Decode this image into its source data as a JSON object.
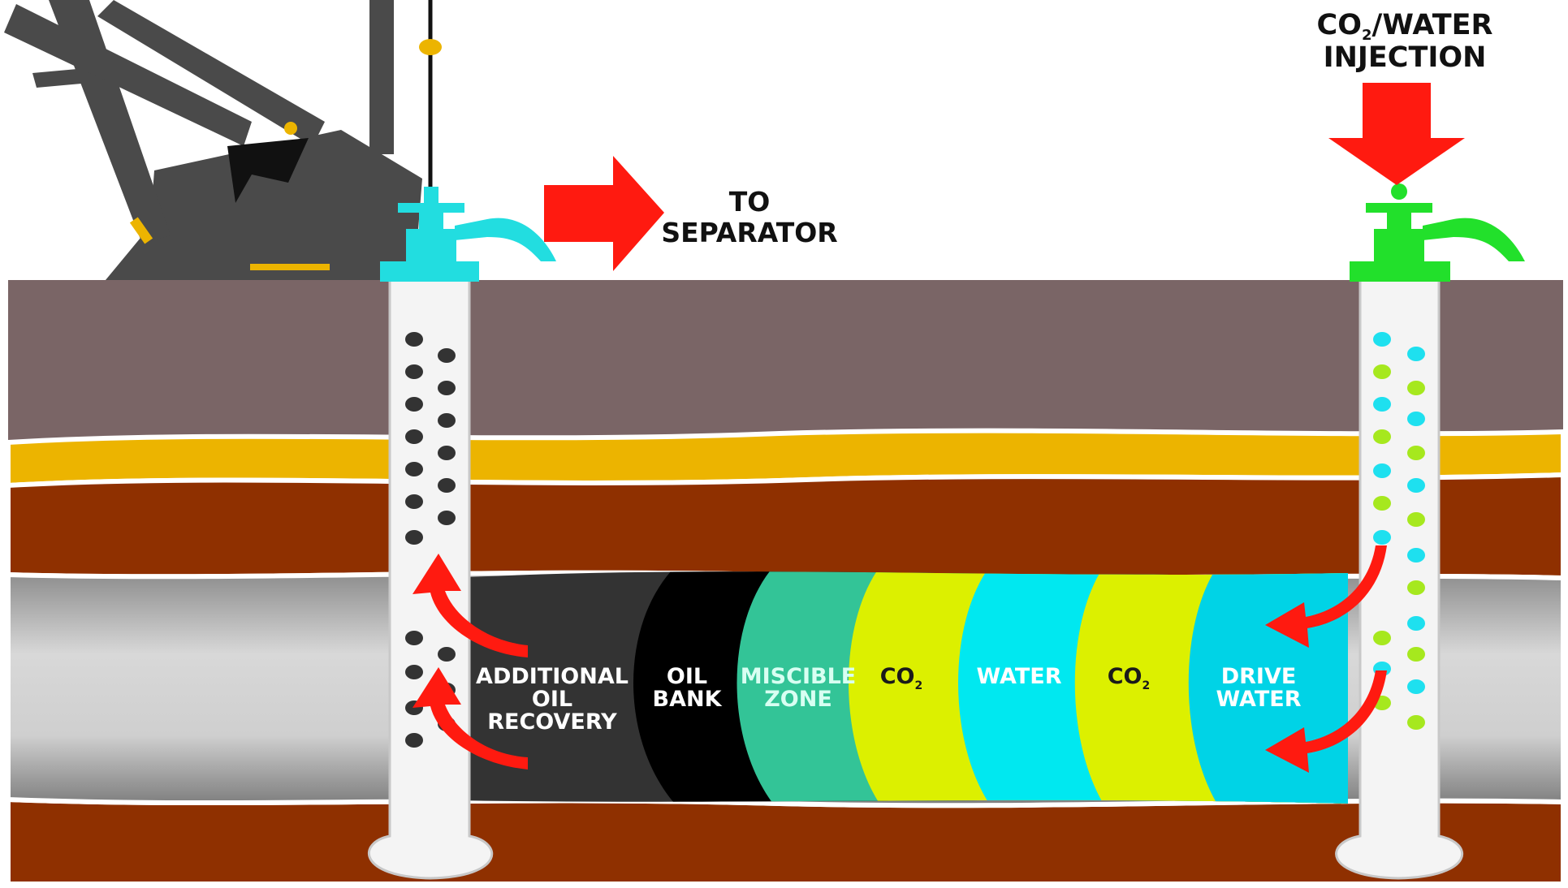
{
  "labels": {
    "separator": [
      "TO",
      "SEPARATOR"
    ],
    "injection_line1_pre": "CO",
    "injection_line1_sub": "2",
    "injection_line1_post": "/WATER",
    "injection_line2": "INJECTION",
    "zones": {
      "additional_oil_recovery": [
        "ADDITIONAL",
        "OIL",
        "RECOVERY"
      ],
      "oil_bank": [
        "OIL",
        "BANK"
      ],
      "miscible_zone": [
        "MISCIBLE",
        "ZONE"
      ],
      "co2_a": {
        "main": "CO",
        "sub": "2"
      },
      "water": "WATER",
      "co2_b": {
        "main": "CO",
        "sub": "2"
      },
      "drive_water": [
        "DRIVE",
        "WATER"
      ]
    }
  },
  "colors": {
    "sky": "#ffffff",
    "overburden": "#7a6566",
    "sand_layer": "#ecb400",
    "shale_layer": "#8f3000",
    "reservoir_gray": "#b5b5b5",
    "oil_recovery": "#333333",
    "oil_bank": "#000000",
    "miscible_zone": "#33c497",
    "co2": "#dcf000",
    "water": "#00e8f0",
    "drive_water": "#00d3e6",
    "pumpjack": "#4a4a4a",
    "producer_wellhead": "#22dde0",
    "injector_wellhead": "#22e02b",
    "arrow_red": "#ff1a10",
    "oil_droplet": "#333333",
    "injection_dot_cyan": "#1ee0ef",
    "injection_dot_green": "#a6e81e"
  },
  "icons": {
    "pumpjack": "pumpjack-icon",
    "separator_arrow": "right-arrow-icon",
    "injection_arrow": "down-arrow-icon",
    "production_flow": "curved-up-arrow-icon",
    "injection_flow": "curved-left-arrow-icon"
  }
}
